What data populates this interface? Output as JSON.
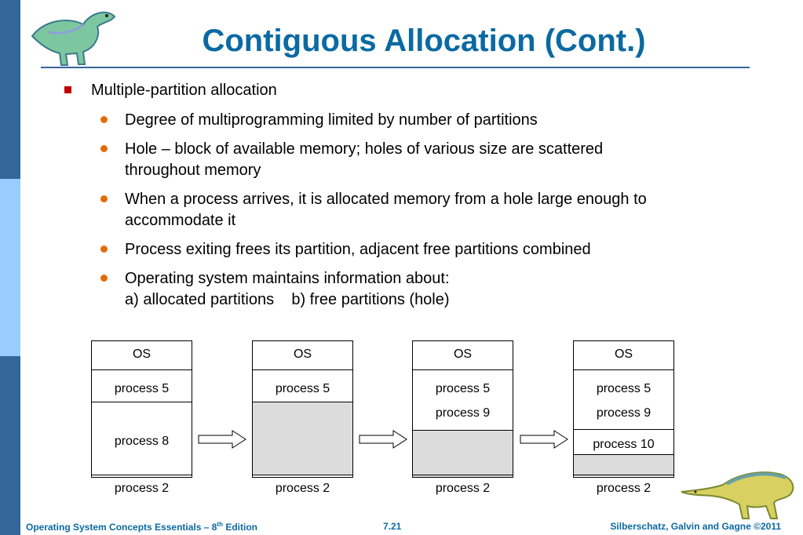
{
  "slide": {
    "title": "Contiguous Allocation (Cont.)",
    "level1": "Multiple-partition allocation",
    "bullets": [
      "Degree of multiprogramming limited by number of partitions",
      "Hole – block of available memory; holes of various size are scattered",
      "throughout memory",
      "When a process arrives, it is allocated memory from a hole large enough to",
      "accommodate it",
      "Process exiting frees its partition, adjacent free partitions combined",
      "Operating system maintains information about:",
      "a) allocated partitions    b) free partitions (hole)"
    ]
  },
  "diagram": {
    "m1": [
      "OS",
      "process 5",
      "process 8",
      "process 2"
    ],
    "m2": [
      "OS",
      "process 5",
      "",
      "process 2"
    ],
    "m3": [
      "OS",
      "process 5",
      "process 9",
      "",
      "process 2"
    ],
    "m4": [
      "OS",
      "process 5",
      "process 9",
      "process 10",
      "",
      "process 2"
    ],
    "hole_color": "#dcdcdc"
  },
  "footer": {
    "left_prefix": "Operating System Concepts Essentials – 8",
    "left_sup": "th",
    "left_suffix": " Edition",
    "center": "7.21",
    "right": "Silberschatz, Galvin and Gagne ©2011"
  },
  "colors": {
    "title": "#0b6aa2",
    "bar_dark": "#336699",
    "bar_light": "#99ccff",
    "bullet_l1": "#c00000",
    "bullet_l2": "#e36c09"
  }
}
